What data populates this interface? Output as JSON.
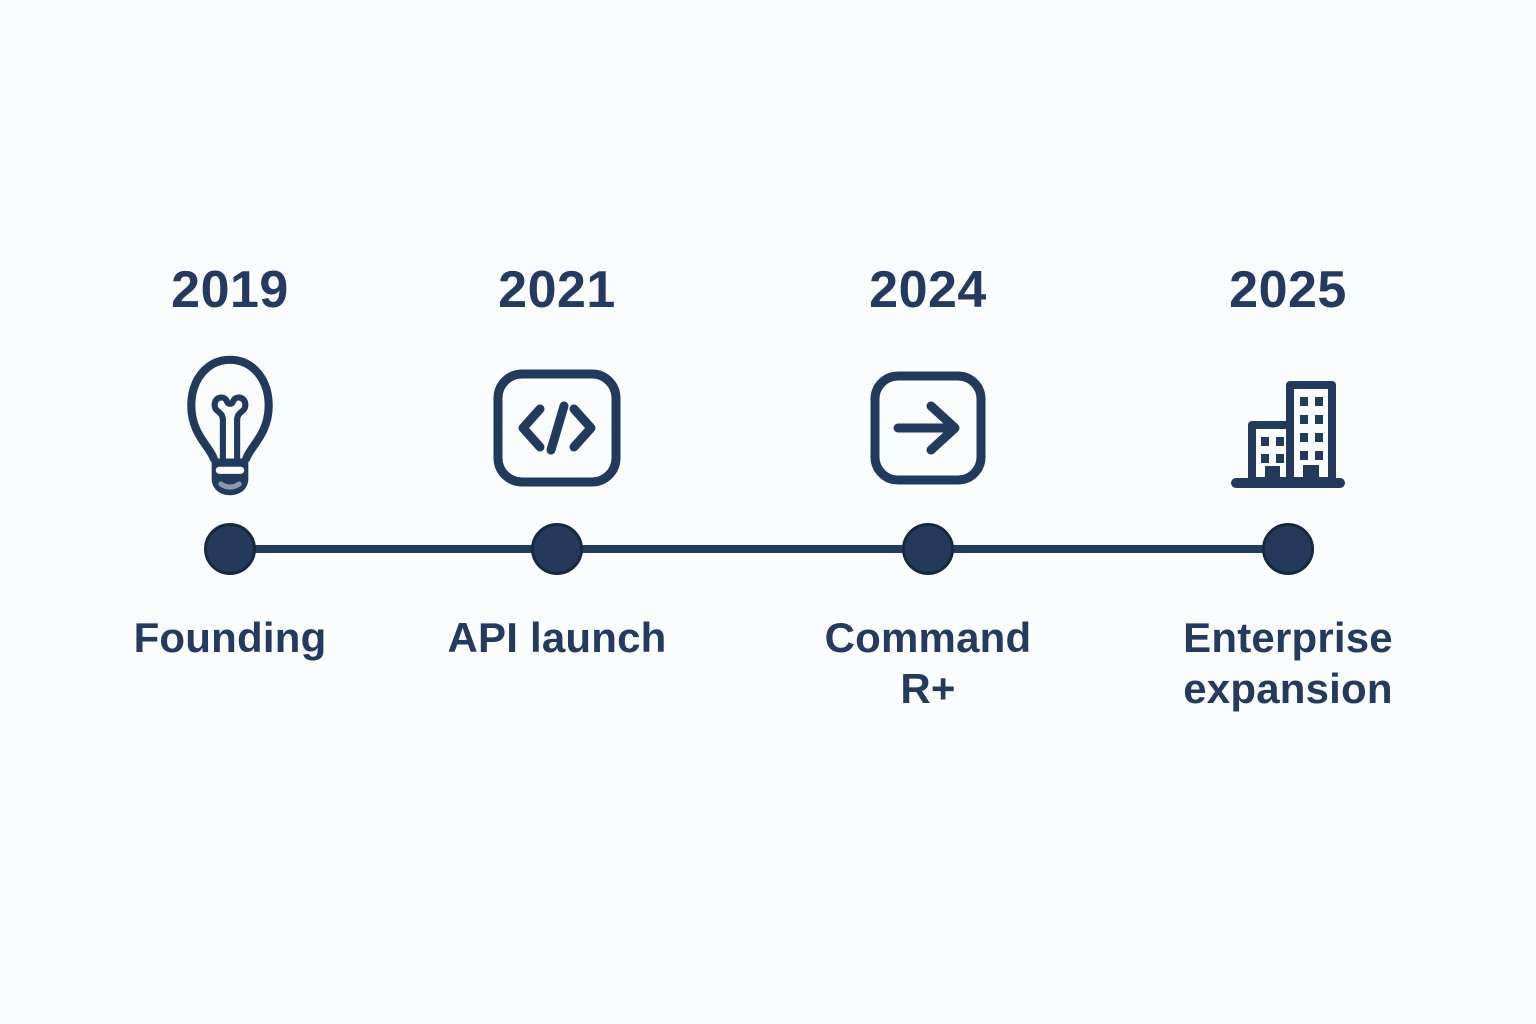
{
  "page": {
    "type": "timeline-diagram",
    "background_color": "#fbfcfd",
    "accent_color": "#223a5c"
  },
  "timeline": {
    "milestones": [
      {
        "year": "2019",
        "label": "Founding",
        "icon": "lightbulb-icon"
      },
      {
        "year": "2021",
        "label": "API launch",
        "icon": "code-icon"
      },
      {
        "year": "2024",
        "label": "Command\nR+",
        "icon": "arrow-right-icon"
      },
      {
        "year": "2025",
        "label": "Enterprise\nexpansion",
        "icon": "buildings-icon"
      }
    ],
    "colors": {
      "line": "#223a5c",
      "dot_fill": "#24395b",
      "dot_stroke": "#17293f",
      "text": "#243a5e",
      "bulb_base_highlight": "#8a99b0"
    }
  }
}
